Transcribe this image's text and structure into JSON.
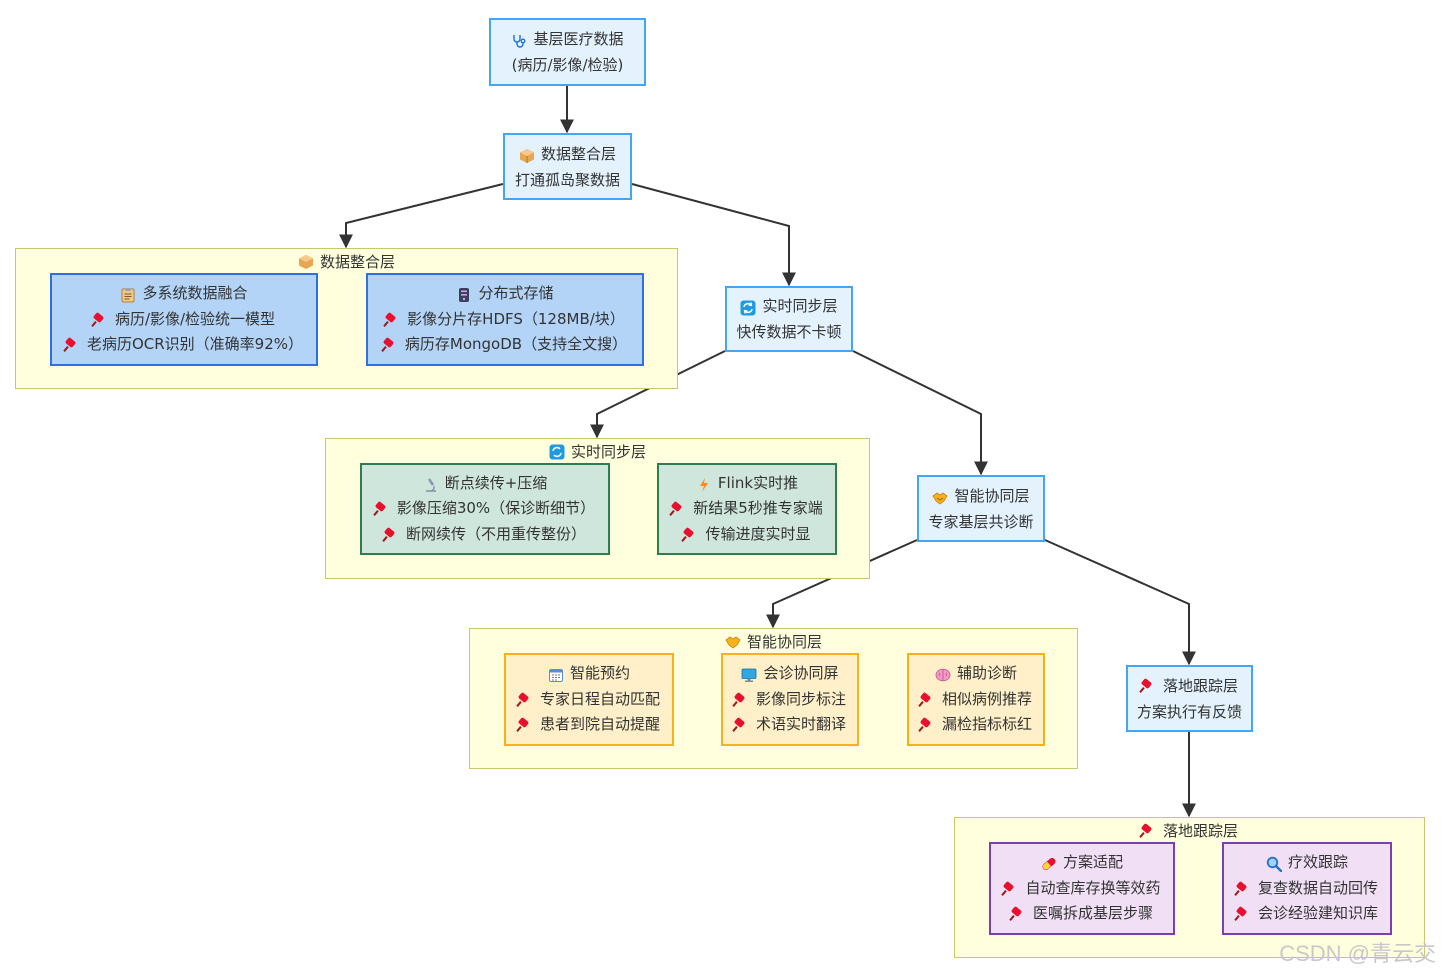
{
  "watermark": "CSDN @青云交",
  "source": {
    "title": "基层医疗数据",
    "subtitle": "(病历/影像/检验)",
    "icon": "stethoscope-icon"
  },
  "layers": [
    {
      "title": "数据整合层",
      "subtitle": "打通孤岛聚数据",
      "icon": "package-icon",
      "group_title": "数据整合层",
      "cards": [
        {
          "title": "多系统数据融合",
          "icon": "clipboard-icon",
          "items": [
            "病历/影像/检验统一模型",
            "老病历OCR识别（准确率92%）"
          ]
        },
        {
          "title": "分布式存储",
          "icon": "server-icon",
          "items": [
            "影像分片存HDFS（128MB/块）",
            "病历存MongoDB（支持全文搜）"
          ]
        }
      ]
    },
    {
      "title": "实时同步层",
      "subtitle": "快传数据不卡顿",
      "icon": "sync-icon",
      "group_title": "实时同步层",
      "cards": [
        {
          "title": "断点续传+压缩",
          "icon": "microscope-icon",
          "items": [
            "影像压缩30%（保诊断细节）",
            "断网续传（不用重传整份）"
          ]
        },
        {
          "title": "Flink实时推",
          "icon": "lightning-icon",
          "items": [
            "新结果5秒推专家端",
            "传输进度实时显"
          ]
        }
      ]
    },
    {
      "title": "智能协同层",
      "subtitle": "专家基层共诊断",
      "icon": "handshake-icon",
      "group_title": "智能协同层",
      "cards": [
        {
          "title": "智能预约",
          "icon": "calendar-icon",
          "items": [
            "专家日程自动匹配",
            "患者到院自动提醒"
          ]
        },
        {
          "title": "会诊协同屏",
          "icon": "monitor-icon",
          "items": [
            "影像同步标注",
            "术语实时翻译"
          ]
        },
        {
          "title": "辅助诊断",
          "icon": "brain-icon",
          "items": [
            "相似病例推荐",
            "漏检指标标红"
          ]
        }
      ]
    },
    {
      "title": "落地跟踪层",
      "subtitle": "方案执行有反馈",
      "icon": "pushpin-icon",
      "group_title": "落地跟踪层",
      "cards": [
        {
          "title": "方案适配",
          "icon": "pill-icon",
          "items": [
            "自动查库存换等效药",
            "医嘱拆成基层步骤"
          ]
        },
        {
          "title": "疗效跟踪",
          "icon": "magnifier-icon",
          "items": [
            "复查数据自动回传",
            "会诊经验建知识库"
          ]
        }
      ]
    }
  ],
  "colors": {
    "node_fill": "#e3f2fd",
    "node_border": "#42a5f5",
    "group_fill": "#ffffde",
    "group_border": "#c8c86a",
    "edge": "#333333",
    "pin": "#e8102e"
  }
}
